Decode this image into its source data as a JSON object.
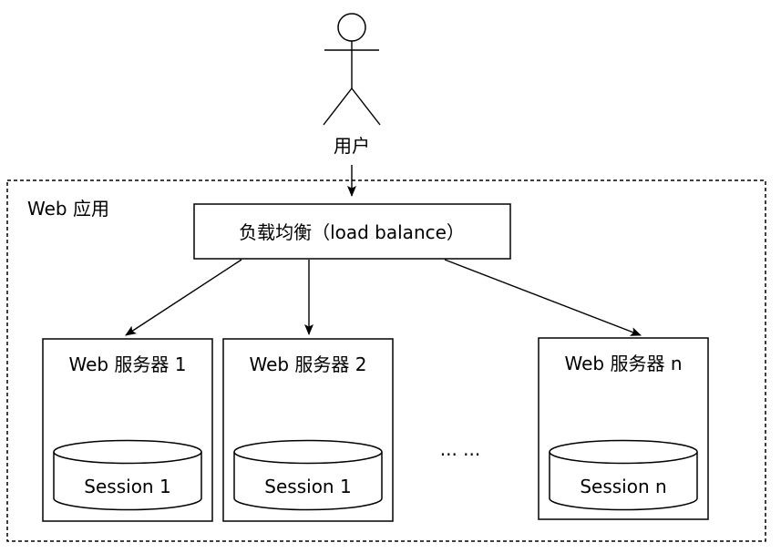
{
  "diagram": {
    "container_label": "Web 应用",
    "actor": {
      "label": "用户"
    },
    "load_balancer": {
      "label": "负载均衡（load balance）"
    },
    "servers": [
      {
        "label": "Web 服务器 1",
        "session": "Session 1"
      },
      {
        "label": "Web 服务器 2",
        "session": "Session 1"
      },
      {
        "label": "Web 服务器 n",
        "session": "Session n"
      }
    ],
    "ellipsis_label": "... ...",
    "colors": {
      "stroke": "#000000",
      "background": "#ffffff",
      "arrowhead": "#000000"
    }
  }
}
